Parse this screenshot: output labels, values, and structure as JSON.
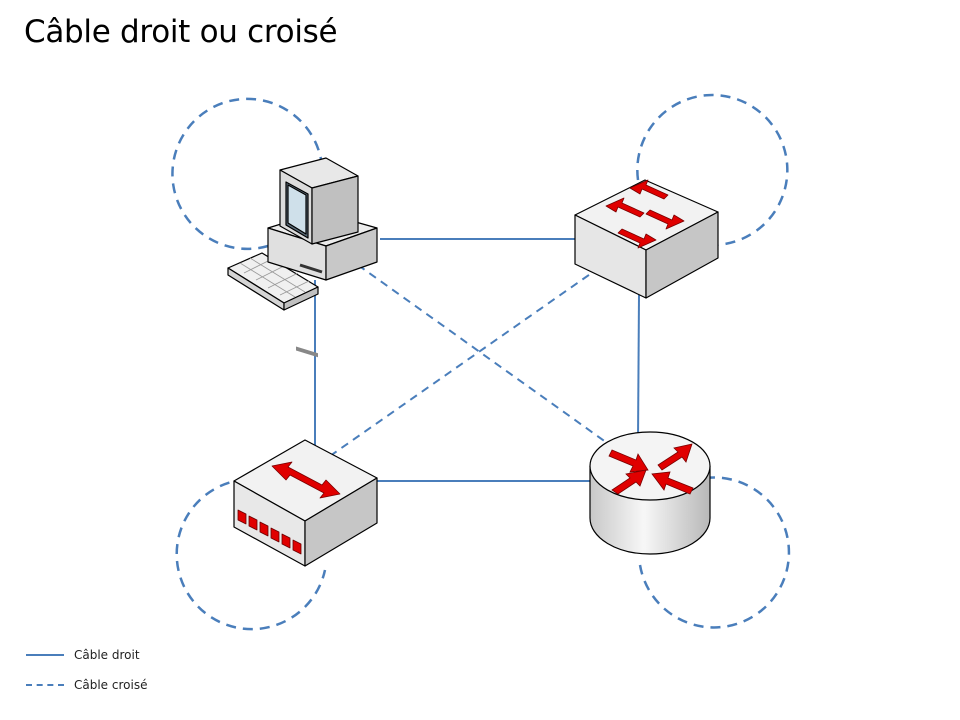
{
  "title": "Câble droit ou croisé",
  "colors": {
    "cable": "#4a7ebb",
    "arrow": "#e00000",
    "device_fill": "#f2f2f2",
    "device_stroke": "#000000"
  },
  "devices": {
    "computer": "computer-icon",
    "switch": "switch-icon",
    "hub": "hub-icon",
    "router": "router-icon"
  },
  "legend": {
    "straight_label": "Câble droit",
    "crossover_label": "Câble croisé"
  }
}
